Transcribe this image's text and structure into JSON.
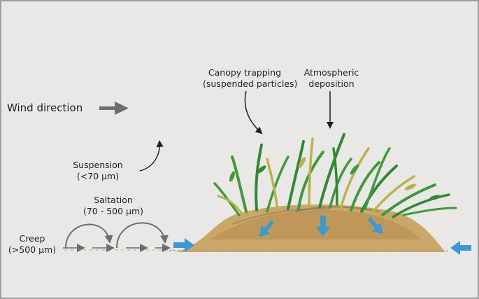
{
  "labels": {
    "wind_direction": "Wind direction",
    "canopy_trapping": "Canopy trapping",
    "canopy_trapping_sub": "(suspended particles)",
    "atmospheric": "Atmospheric",
    "atmospheric_sub": "deposition",
    "suspension": "Suspension",
    "suspension_sub": "(<70 µm)",
    "saltation": "Saltation",
    "saltation_sub": "(70 - 500 µm)",
    "creep": "Creep",
    "creep_sub": "(>500 µm)"
  },
  "colors": {
    "background": "#e9e8e6",
    "text": "#231f20",
    "arrow_grey": "#6d6e70",
    "deposition_blue": "#3b9ad6",
    "leaf_green": "#3e9b3a",
    "leaf_yellow": "#b8b44a",
    "mound_sand": "#c9a768"
  }
}
